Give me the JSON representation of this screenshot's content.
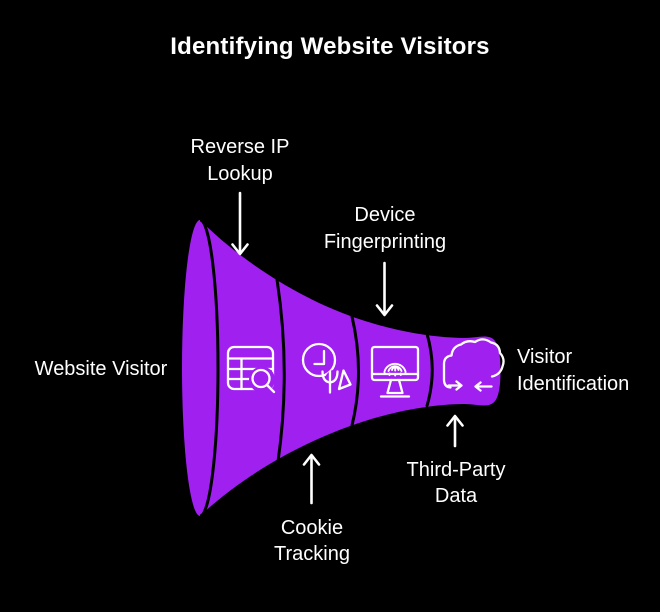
{
  "title": "Identifying Website Visitors",
  "colors": {
    "background": "#000000",
    "funnel": "#A020F0",
    "divider": "#000000",
    "text": "#FFFFFF",
    "icon_stroke": "#FFFFFF"
  },
  "funnel": {
    "input_label": "Website Visitor",
    "output_label_line1": "Visitor",
    "output_label_line2": "Identification",
    "stages": [
      {
        "name": "reverse-ip-lookup",
        "label_line1": "Reverse IP",
        "label_line2": "Lookup",
        "icon": "table-search-icon",
        "callout_position": "top"
      },
      {
        "name": "cookie-tracking",
        "label_line1": "Cookie",
        "label_line2": "Tracking",
        "icon": "cookie-tracking-icon",
        "callout_position": "bottom"
      },
      {
        "name": "device-fingerprinting",
        "label_line1": "Device",
        "label_line2": "Fingerprinting",
        "icon": "monitor-fingerprint-icon",
        "callout_position": "top"
      },
      {
        "name": "third-party-data",
        "label_line1": "Third-Party",
        "label_line2": "Data",
        "icon": "cloud-exchange-icon",
        "callout_position": "bottom"
      }
    ]
  }
}
